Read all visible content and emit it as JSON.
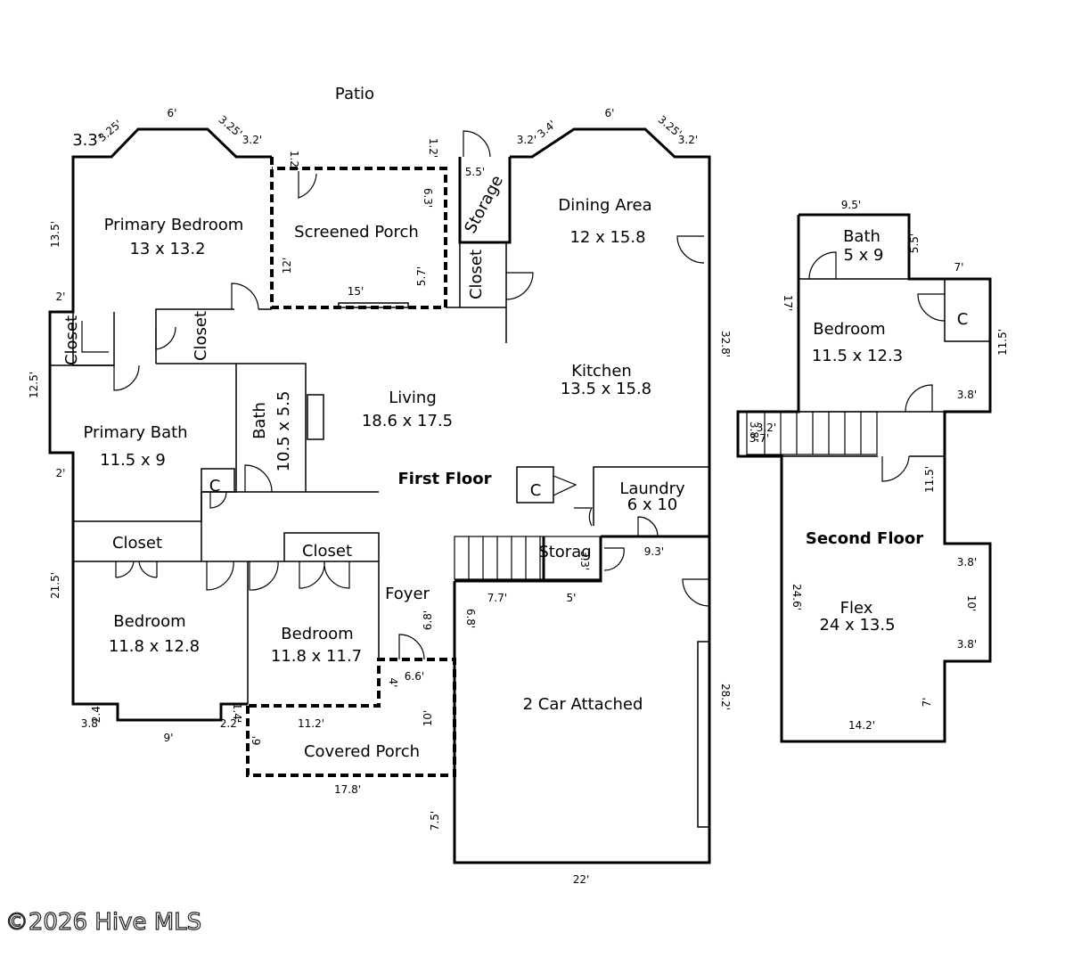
{
  "rooms": {
    "patio": "Patio",
    "primary_bedroom": "Primary Bedroom",
    "primary_bedroom_size": "13 x 13.2",
    "screened_porch": "Screened Porch",
    "storage_top": "Storage",
    "dining": "Dining Area",
    "dining_size": "12 x 15.8",
    "closet_pb1": "Closet",
    "closet_pb2": "Closet",
    "closet_kitchen": "Closet",
    "primary_bath": "Primary Bath",
    "primary_bath_size": "11.5 x 9",
    "bath": "Bath",
    "bath_size": "10.5 x 5.5",
    "living": "Living",
    "living_size": "18.6 x 17.5",
    "kitchen": "Kitchen",
    "kitchen_size": "13.5 x 15.8",
    "first_floor": "First Floor",
    "c1": "C",
    "c2": "C",
    "laundry": "Laundry",
    "laundry_size": "6 x 10",
    "closet_bed1": "Closet",
    "closet_bed2": "Closet",
    "storage_mid": "Storag",
    "foyer": "Foyer",
    "bedroom1": "Bedroom",
    "bedroom1_size": "11.8 x 12.8",
    "bedroom2": "Bedroom",
    "bedroom2_size": "11.8 x 11.7",
    "garage": "2 Car Attached",
    "covered_porch": "Covered Porch",
    "bath_up": "Bath",
    "bath_up_size": "5 x 9",
    "bedroom_up": "Bedroom",
    "bedroom_up_size": "11.5 x 12.3",
    "c_up": "C",
    "second_floor": "Second Floor",
    "flex": "Flex",
    "flex_size": "24 x 13.5"
  },
  "dims": {
    "d_3_3": "3.3'",
    "d_3_25a": "3.25'",
    "d_6a": "6'",
    "d_3_25b": "3.25'",
    "d_3_2a": "3.2'",
    "d_1_2a": "1.2'",
    "d_1_2b": "1.2'",
    "d_5_5": "5.5'",
    "d_3_2b": "3.2'",
    "d_3_4": "3.4'",
    "d_6b": "6'",
    "d_3_25c": "3.25'",
    "d_3_2c": "3.2'",
    "d_13_5": "13.5'",
    "d_6_3": "6.3'",
    "d_12": "12'",
    "d_5_7": "5.7'",
    "d_15": "15'",
    "d_2a": "2'",
    "d_12_5": "12.5'",
    "d_2b": "2'",
    "d_32_8": "32.8'",
    "d_21_5": "21.5'",
    "d_9_3": "9.3'",
    "d_3_3b": "3.3'",
    "d_7_7": "7.7'",
    "d_5": "5'",
    "d_6_8a": "6.8'",
    "d_6_8b": "6.8'",
    "d_6_6": "6.6'",
    "d_4": "4'",
    "d_10": "10'",
    "d_11_2": "11.2'",
    "d_28_2": "28.2'",
    "d_3_8a": "3.8'",
    "d_2_4": "2.4'",
    "d_9": "9'",
    "d_2_2": "2.2'",
    "d_1_4": "1.4'",
    "d_6c": "6'",
    "d_17_8": "17.8'",
    "d_7_5": "7.5'",
    "d_22": "22'",
    "u_9_5": "9.5'",
    "u_5_5": "5.5'",
    "u_7a": "7'",
    "u_17": "17'",
    "u_11_5a": "11.5'",
    "u_3_8a": "3.8'",
    "u_3_2": "3.2'",
    "u_3_7": "3.7'",
    "u_3_8s": "3.8'",
    "u_11_5b": "11.5'",
    "u_3_8b": "3.8'",
    "u_24_6": "24.6'",
    "u_10": "10'",
    "u_3_8c": "3.8'",
    "u_7b": "7'",
    "u_14_2": "14.2'"
  },
  "watermark": "©2026 Hive MLS"
}
